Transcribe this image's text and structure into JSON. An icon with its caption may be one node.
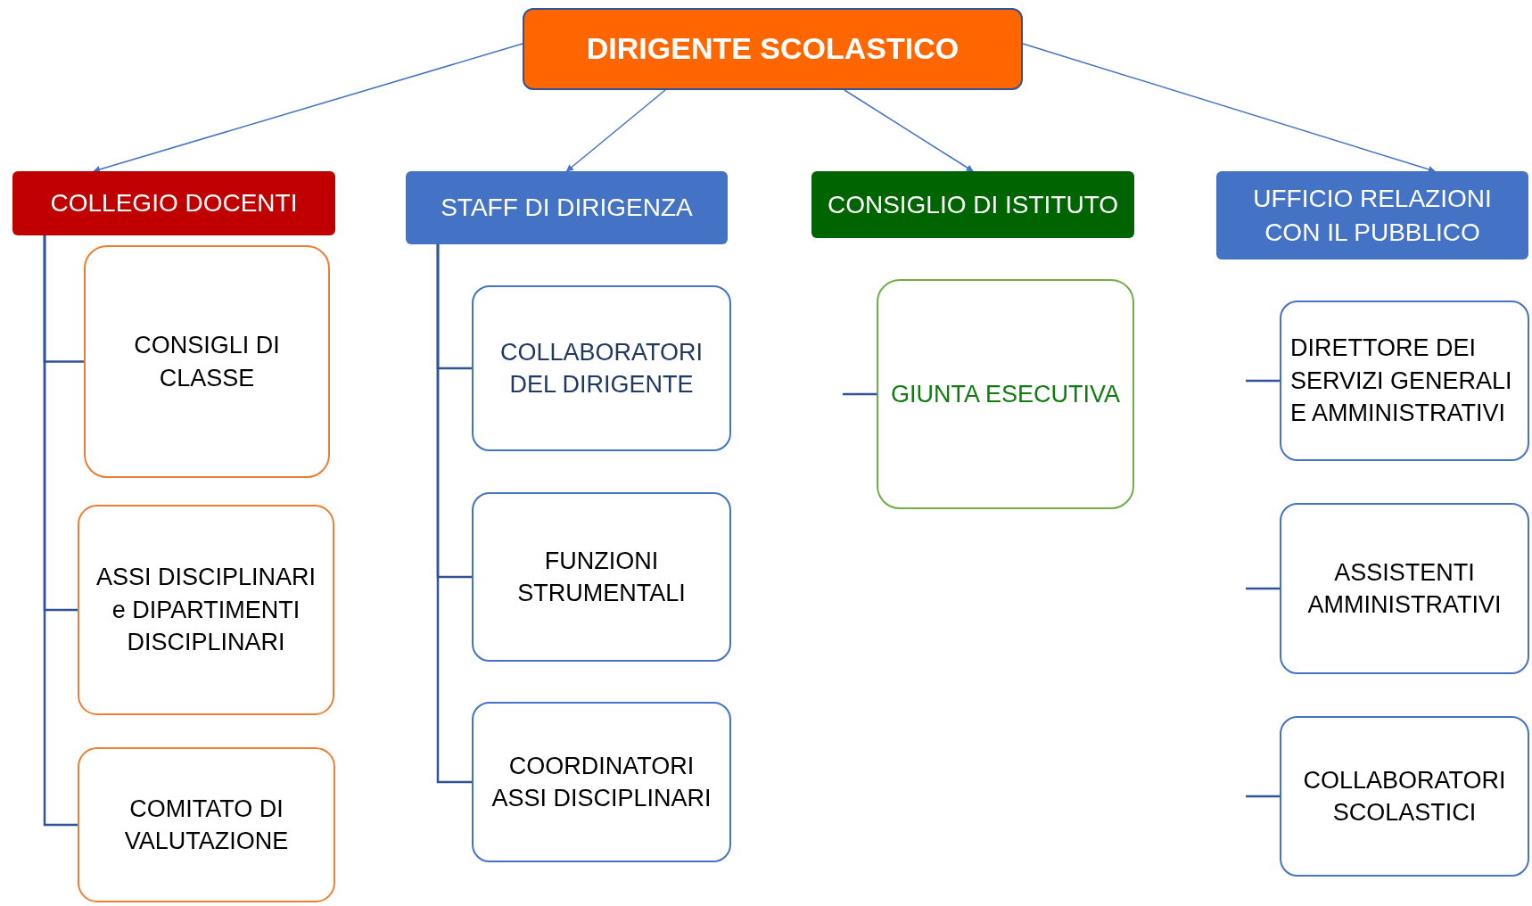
{
  "diagram": {
    "nodes": [
      {
        "text": [
          "DIRIGENTE SCOLASTICO"
        ]
      },
      {
        "text": [
          "COLLEGIO DOCENTI"
        ]
      },
      {
        "text": [
          "STAFF DI DIRIGENZA"
        ]
      },
      {
        "text": [
          "CONSIGLIO DI ISTITUTO"
        ]
      },
      {
        "text": [
          "UFFICIO RELAZIONI CON IL PUBBLICO"
        ]
      },
      {
        "text": [
          "CONSIGLI DI CLASSE"
        ]
      },
      {
        "text": [
          "ASSI DISCIPLINARI e DIPARTIMENTI DISCIPLINARI"
        ]
      },
      {
        "text": [
          "COMITATO DI VALUTAZIONE"
        ]
      },
      {
        "text": [
          "COLLABORATORI DEL DIRIGENTE"
        ]
      },
      {
        "text": [
          "FUNZIONI STRUMENTALI"
        ]
      },
      {
        "text": [
          "COORDINATORI ASSI DISCIPLINARI"
        ]
      },
      {
        "text": [
          "GIUNTA ESECUTIVA"
        ]
      },
      {
        "text": [
          "DIRETTORE DEI SERVIZI GENERALI E AMMINISTRATIVI"
        ]
      },
      {
        "text": [
          "ASSISTENTI AMMINISTRATIVI"
        ]
      },
      {
        "text": [
          "COLLABORATORI SCOLASTICI"
        ]
      }
    ],
    "edges": [
      {
        "from": 0,
        "to": 1,
        "arrow": "to"
      },
      {
        "from": 0,
        "to": 2,
        "arrow": "to"
      },
      {
        "from": 0,
        "to": 3,
        "arrow": "to"
      },
      {
        "from": 0,
        "to": 4,
        "arrow": "to"
      },
      {
        "from": 1,
        "to": 5,
        "arrow": "none"
      },
      {
        "from": 1,
        "to": 6,
        "arrow": "none"
      },
      {
        "from": 1,
        "to": 7,
        "arrow": "none"
      },
      {
        "from": 2,
        "to": 8,
        "arrow": "none"
      },
      {
        "from": 2,
        "to": 9,
        "arrow": "none"
      },
      {
        "from": 2,
        "to": 10,
        "arrow": "none"
      },
      {
        "from": null,
        "to": 11,
        "arrow": "none"
      },
      {
        "from": null,
        "to": 12,
        "arrow": "none"
      },
      {
        "from": null,
        "to": 13,
        "arrow": "none"
      },
      {
        "from": null,
        "to": 14,
        "arrow": "none"
      }
    ]
  }
}
